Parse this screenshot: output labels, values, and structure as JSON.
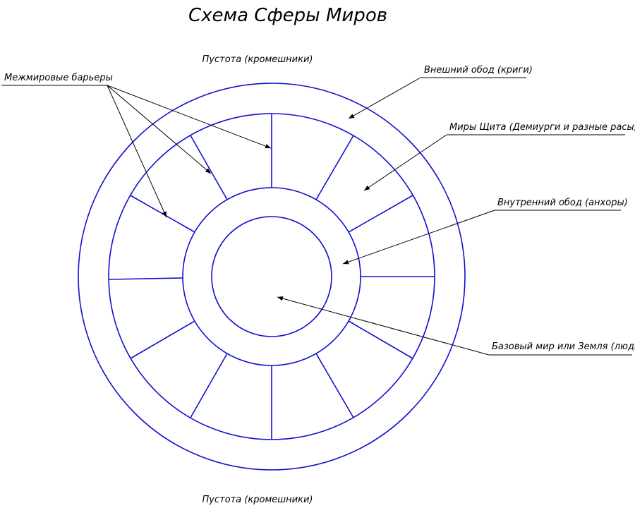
{
  "title": "Схема Сферы Миров",
  "labels": {
    "void_top": "Пустота (кромешники)",
    "void_bottom": "Пустота (кромешники)",
    "barriers": "Межмировые барьеры",
    "outer_rim": "Внешний обод (криги)",
    "shield_worlds": "Миры Щита (Демиурги и разные расы)",
    "inner_rim": "Внутренний обод (анхоры)",
    "base_world": "Базовый мир или Земля (люди)"
  },
  "colors": {
    "rings": "#1010d0",
    "leaders": "#000000"
  }
}
